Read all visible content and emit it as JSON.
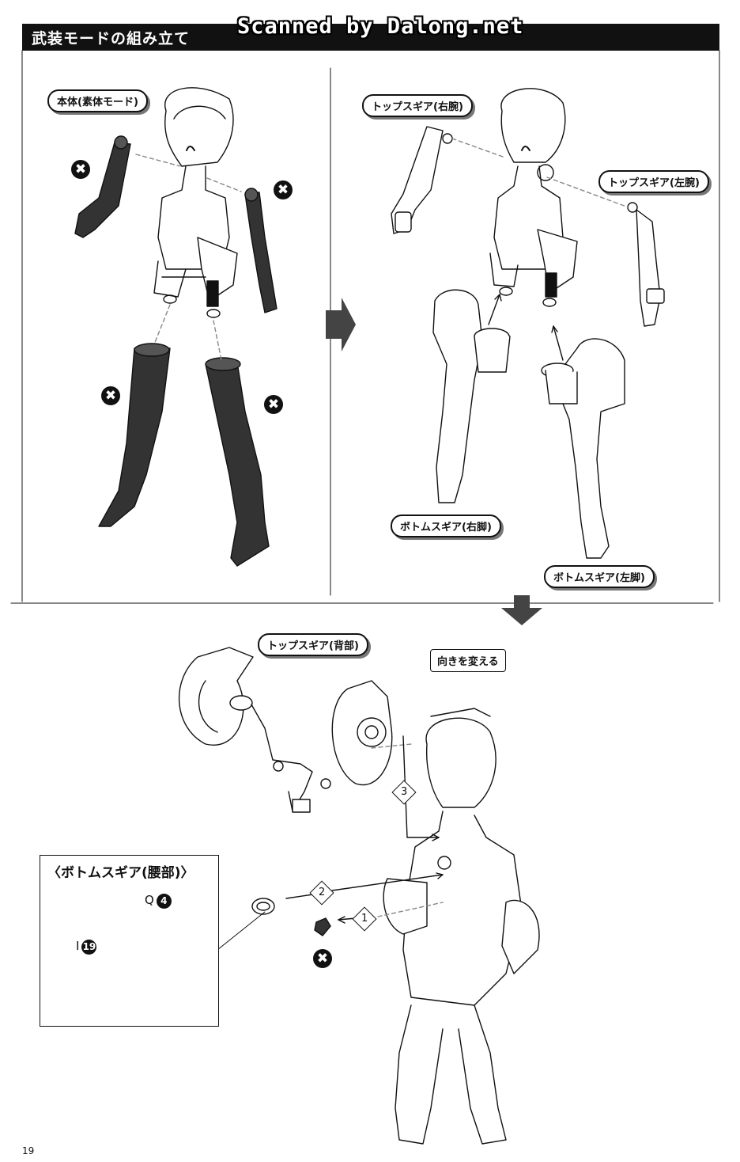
{
  "header": {
    "title": "武装モードの組み立て"
  },
  "watermark": "Scanned by Dalong.net",
  "panel1": {
    "label_body": "本体(素体モード)",
    "x_mark": "✖"
  },
  "panel2": {
    "label_right_arm": "トップスギア(右腕)",
    "label_left_arm": "トップスギア(左腕)",
    "label_right_leg": "ボトムスギア(右脚)",
    "label_left_leg": "ボトムスギア(左脚)"
  },
  "panel3": {
    "label_back": "トップスギア(背部)",
    "label_turn": "向きを変える",
    "steps": [
      "1",
      "2",
      "3"
    ],
    "partbox": {
      "title": "〈ボトムスギア(腰部)〉",
      "part_q": "Q",
      "part_q_num": "4",
      "part_i": "I",
      "part_i_num": "19"
    }
  },
  "page_number": "19"
}
